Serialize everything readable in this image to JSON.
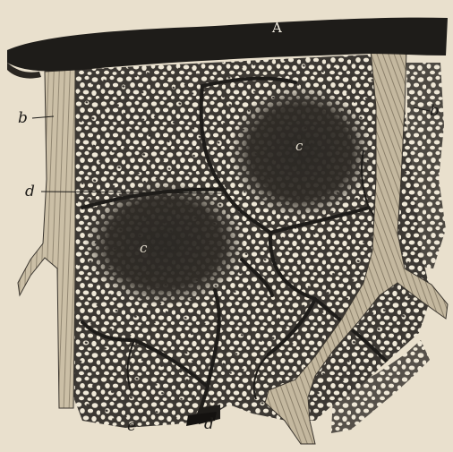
{
  "figure": {
    "labels": {
      "A": "A",
      "b_left": "b",
      "b_right": "b",
      "c_upper": "c",
      "c_lower": "c",
      "d_upper": "d",
      "d_lower": "d",
      "e": "e"
    },
    "colors": {
      "paper": "#e9e0cd",
      "ink": "#1e1c19",
      "tissue_mesh": "#3c3833",
      "node_shade": "#2b2824",
      "band": "#b7ab94"
    }
  }
}
